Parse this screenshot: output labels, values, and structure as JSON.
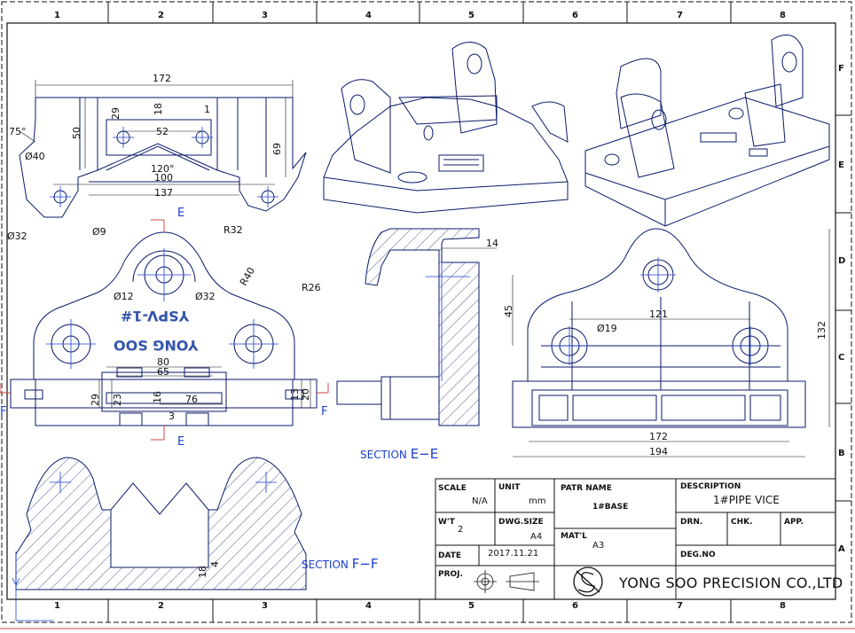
{
  "grid": {
    "columns": [
      "1",
      "2",
      "3",
      "4",
      "5",
      "6",
      "7",
      "8"
    ],
    "rows": [
      "F",
      "E",
      "D",
      "C",
      "B",
      "A"
    ]
  },
  "dimensions": {
    "top_view": [
      "172",
      "29",
      "18",
      "1",
      "50",
      "52",
      "69",
      "75°",
      "Ø40",
      "120°",
      "100",
      "137",
      "Ø32",
      "Ø9"
    ],
    "front_view": [
      "R32",
      "R40",
      "R26",
      "Ø12",
      "Ø32",
      "80",
      "65",
      "29",
      "23",
      "16",
      "76",
      "3",
      "13",
      "20"
    ],
    "section_ee": [
      "14"
    ],
    "bottom_view": [
      "45",
      "121",
      "132",
      "Ø19",
      "172",
      "194"
    ],
    "section_ff": [
      "18",
      "4"
    ]
  },
  "section_marks": {
    "e": "E",
    "f": "F"
  },
  "section_titles": {
    "ee_prefix": "SECTION",
    "ee_letters": "E−E",
    "ff_prefix": "SECTION",
    "ff_letters": "F−F"
  },
  "emboss": {
    "line1": "YSPV-1#",
    "line2": "YONG SOO"
  },
  "title_block": {
    "scale_label": "SCALE",
    "scale_value": "N/A",
    "unit_label": "UNIT",
    "unit_value": "mm",
    "part_name_label": "PATR NAME",
    "part_name_value": "1#BASE",
    "description_label": "DESCRIPTION",
    "description_value": "1#PIPE VICE",
    "weight_label": "W'T",
    "weight_value": "2",
    "dwg_size_label": "DWG.SIZE",
    "dwg_size_value": "A4",
    "material_label": "MAT'L",
    "material_value": "A3",
    "drn_label": "DRN.",
    "chk_label": "CHK.",
    "app_label": "APP.",
    "date_label": "DATE",
    "date_value": "2017.11.21",
    "dwg_no_label": "DEG.NO",
    "proj_label": "PROJ.",
    "company": "YONG SOO PRECISION CO.,LTD"
  }
}
